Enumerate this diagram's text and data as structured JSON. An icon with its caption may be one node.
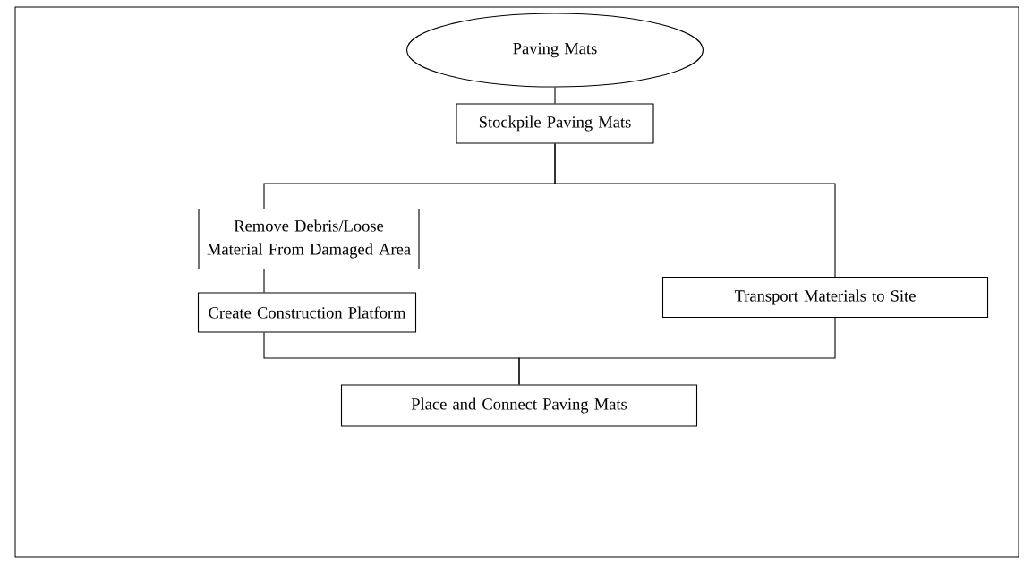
{
  "diagram": {
    "nodes": [
      {
        "text": [
          "Paving Mats"
        ]
      },
      {
        "text": [
          "Stockpile Paving Mats"
        ]
      },
      {
        "text": [
          "Remove Debris/Loose Material From Damaged Area"
        ]
      },
      {
        "text": [
          "Create Construction Platform"
        ]
      },
      {
        "text": [
          "Transport Materials to Site"
        ]
      },
      {
        "text": [
          "Place and Connect Paving Mats"
        ]
      }
    ],
    "edges": [
      {
        "from": 0,
        "to": 1,
        "arrow": "none"
      },
      {
        "from": 1,
        "to": 2,
        "arrow": "none"
      },
      {
        "from": 1,
        "to": 4,
        "arrow": "none"
      },
      {
        "from": 2,
        "to": 3,
        "arrow": "none"
      },
      {
        "from": 3,
        "to": 5,
        "arrow": "none"
      },
      {
        "from": 4,
        "to": 5,
        "arrow": "none"
      }
    ]
  }
}
